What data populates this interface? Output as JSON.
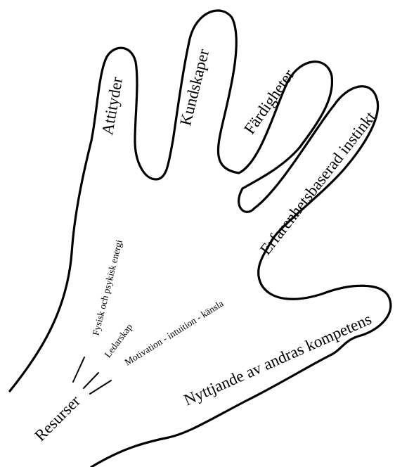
{
  "fingers": {
    "attityder": "Attityder",
    "kundskaper": "Kundskaper",
    "fardigheter": "Färdigheter",
    "instinkt": "Erfarenhetsbaserad instinkt",
    "kompetens": "Nyttjande av andras kompetens"
  },
  "palm": {
    "root": "Resurser",
    "energi": "Fysisk och psykisk energi",
    "ledarskap": "Ledarskap",
    "motivation": "Motivation - intuition - känsla"
  }
}
